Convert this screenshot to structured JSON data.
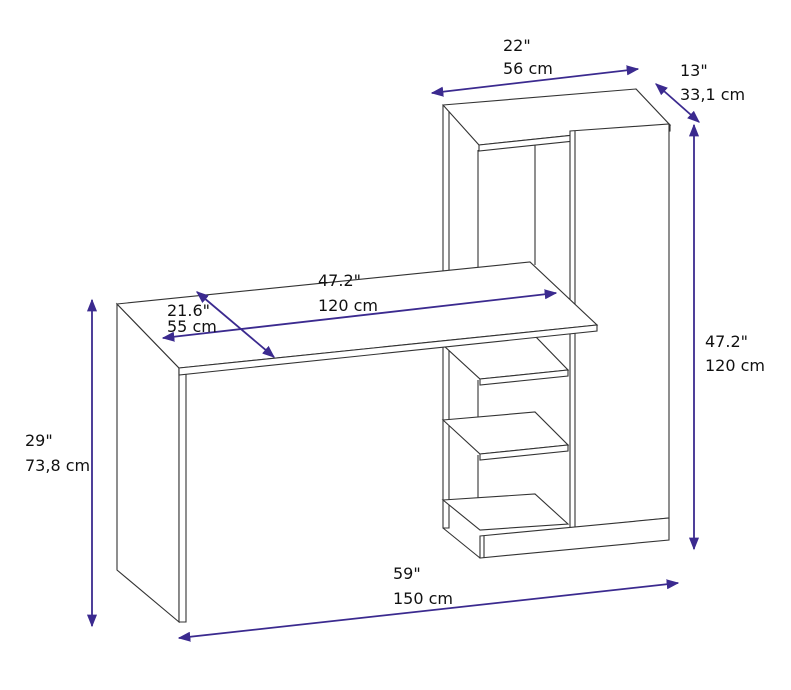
{
  "colors": {
    "dimension_arrow": "#3b2a8f",
    "outline": "#333333"
  },
  "dimensions": {
    "top_width": {
      "inch": "22\"",
      "cm": "56 cm"
    },
    "top_depth": {
      "inch": "13\"",
      "cm": "33,1 cm"
    },
    "cabinet_height": {
      "inch": "47.2\"",
      "cm": "120 cm"
    },
    "desk_height": {
      "inch": "29\"",
      "cm": "73,8 cm"
    },
    "total_width": {
      "inch": "59\"",
      "cm": "150 cm"
    },
    "desk_width": {
      "inch": "47.2\"",
      "cm": "120 cm"
    },
    "desk_depth": {
      "inch": "21.6\"",
      "cm": "55 cm"
    }
  }
}
